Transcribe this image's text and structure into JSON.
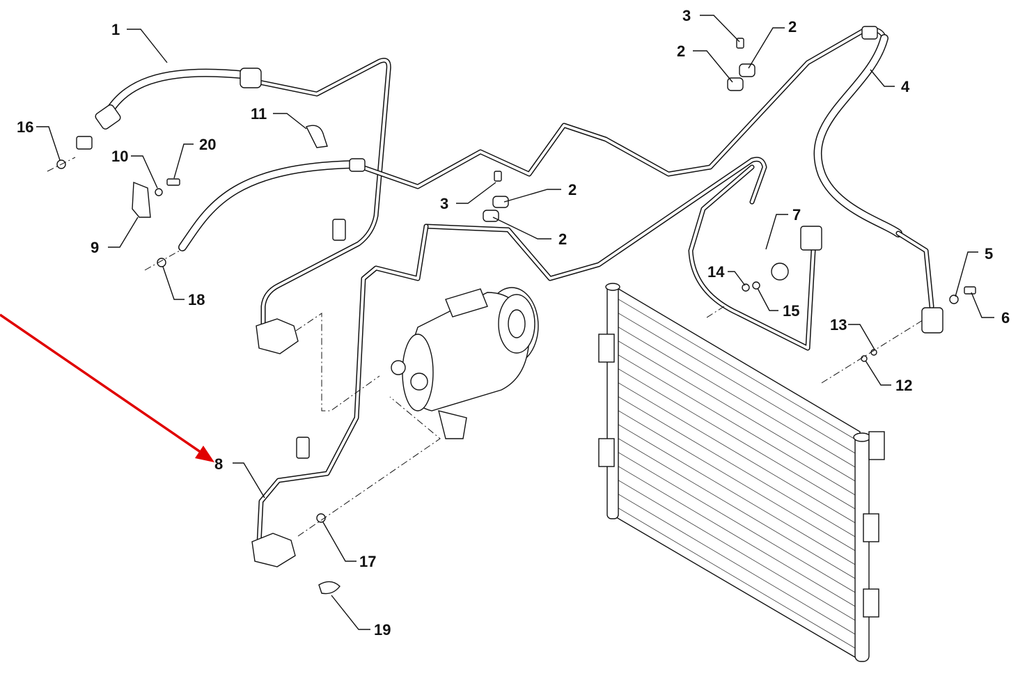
{
  "callouts": [
    "1",
    "2",
    "2",
    "2",
    "2",
    "3",
    "3",
    "4",
    "5",
    "6",
    "7",
    "8",
    "9",
    "10",
    "11",
    "12",
    "13",
    "14",
    "15",
    "16",
    "17",
    "18",
    "19",
    "20"
  ],
  "colors": {
    "line": "#111111",
    "arrow": "#e00000",
    "background": "#ffffff"
  }
}
